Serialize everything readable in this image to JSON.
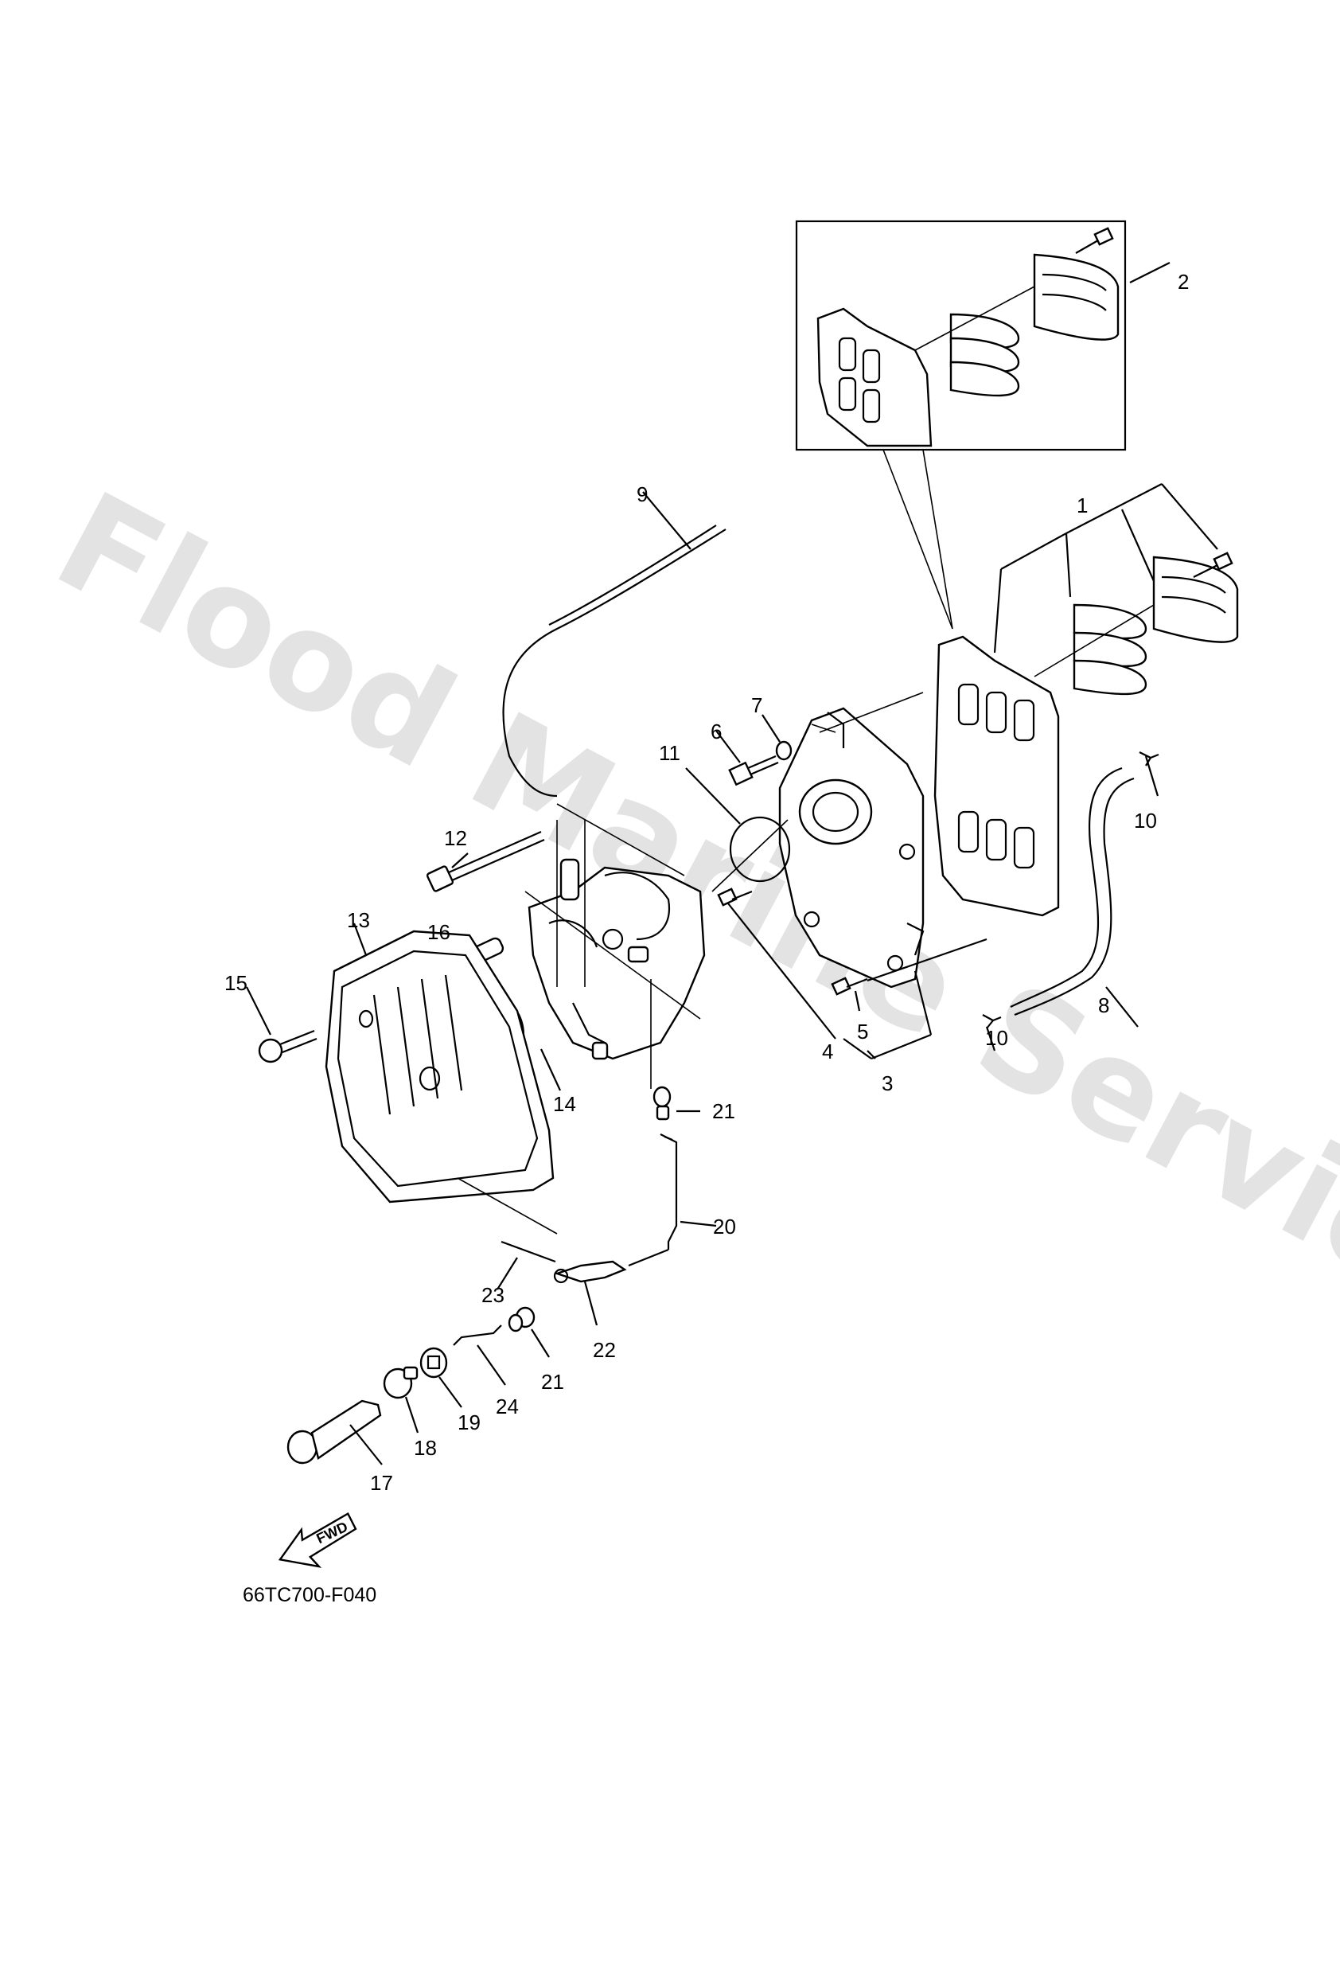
{
  "watermark": "Flood Marine Services",
  "diagram_code": "66TC700-F040",
  "fwd_label": "FWD",
  "part_numbers": [
    "1",
    "2",
    "3",
    "4",
    "5",
    "6",
    "7",
    "8",
    "9",
    "10",
    "10",
    "11",
    "12",
    "13",
    "14",
    "15",
    "16",
    "17",
    "18",
    "19",
    "20",
    "21",
    "21",
    "22",
    "23",
    "24"
  ]
}
